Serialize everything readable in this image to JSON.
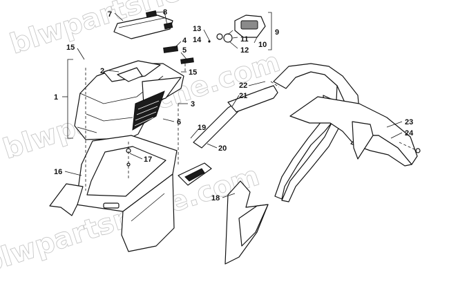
{
  "watermark": "blwpartsriche.com",
  "callouts": {
    "c1": "1",
    "c2": "2",
    "c3": "3",
    "c4": "4",
    "c5": "5",
    "c6": "6",
    "c7": "7",
    "c8": "8",
    "c9": "9",
    "c10": "10",
    "c11": "11",
    "c12": "12",
    "c13": "13",
    "c14": "14",
    "c15a": "15",
    "c15b": "15",
    "c16": "16",
    "c17": "17",
    "c18": "18",
    "c19": "19",
    "c20": "20",
    "c21": "21",
    "c22": "22",
    "c23": "23",
    "c24": "24"
  }
}
